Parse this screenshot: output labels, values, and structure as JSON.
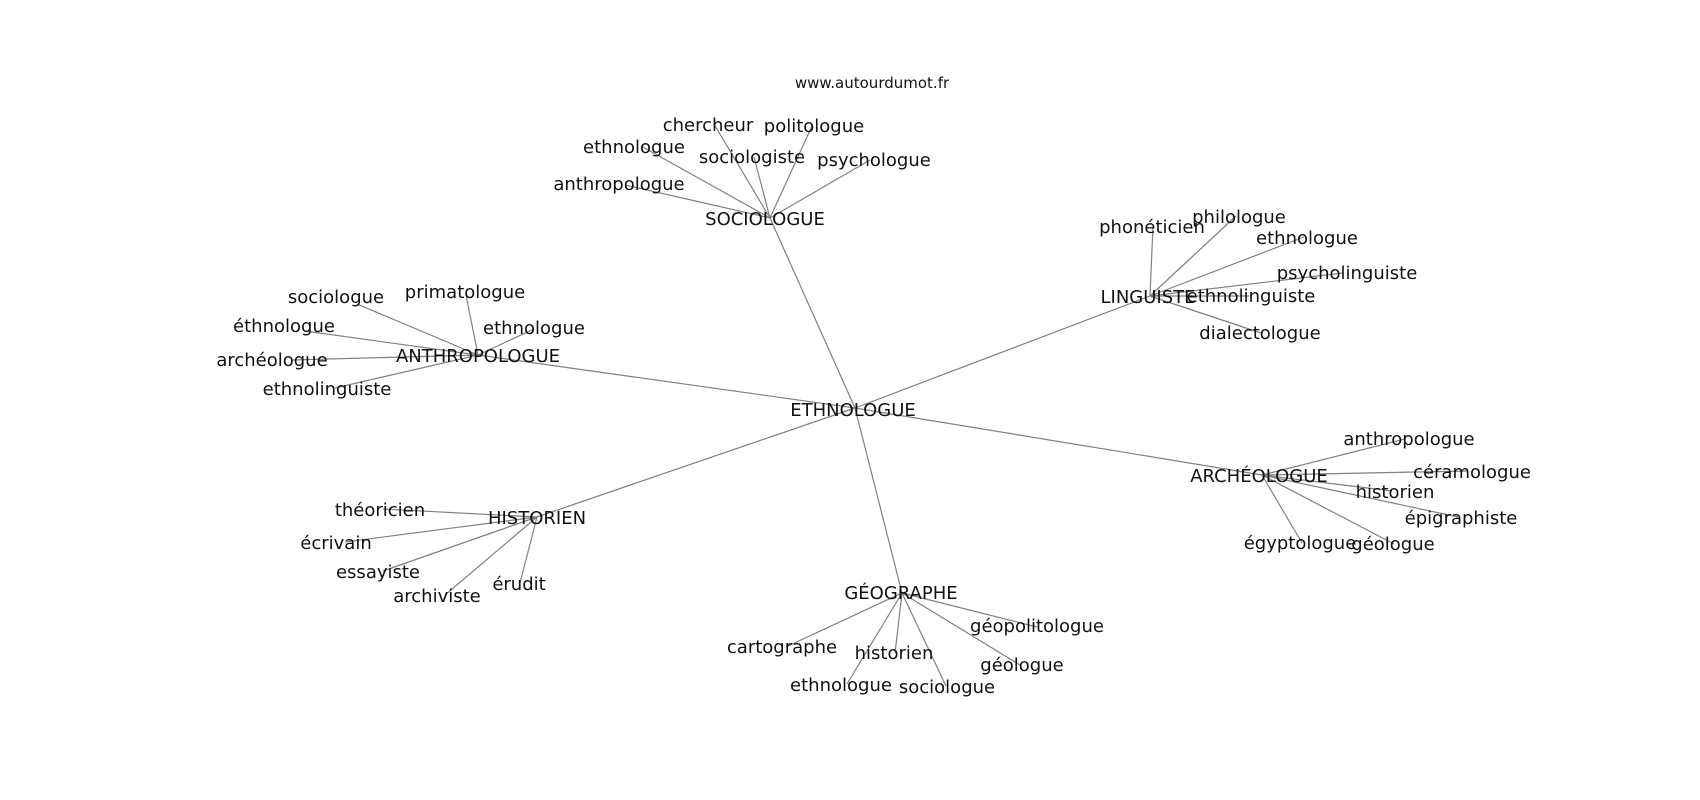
{
  "watermark": "www.autourdumot.fr",
  "colors": {
    "edge": "#808080",
    "text": "#111111",
    "background": "#ffffff"
  },
  "graph": {
    "center": "ETHNOLOGUE",
    "hubs": [
      {
        "label": "SOCIOLOGUE",
        "leaves": [
          "chercheur",
          "politologue",
          "ethnologue",
          "sociologiste",
          "psychologue",
          "anthropologue"
        ]
      },
      {
        "label": "LINGUISTE",
        "leaves": [
          "phonéticien",
          "philologue",
          "ethnologue",
          "psycholinguiste",
          "ethnolinguiste",
          "dialectologue"
        ]
      },
      {
        "label": "ANTHROPOLOGUE",
        "leaves": [
          "sociologue",
          "primatologue",
          "éthnologue",
          "ethnologue",
          "archéologue",
          "ethnolinguiste"
        ]
      },
      {
        "label": "ARCHÉOLOGUE",
        "leaves": [
          "anthropologue",
          "céramologue",
          "historien",
          "épigraphiste",
          "égyptologue",
          "géologue"
        ]
      },
      {
        "label": "HISTORIEN",
        "leaves": [
          "théoricien",
          "écrivain",
          "essayiste",
          "archiviste",
          "érudit"
        ]
      },
      {
        "label": "GÉOGRAPHE",
        "leaves": [
          "géopolitologue",
          "cartographe",
          "historien",
          "géologue",
          "ethnologue",
          "sociologue"
        ]
      }
    ]
  }
}
